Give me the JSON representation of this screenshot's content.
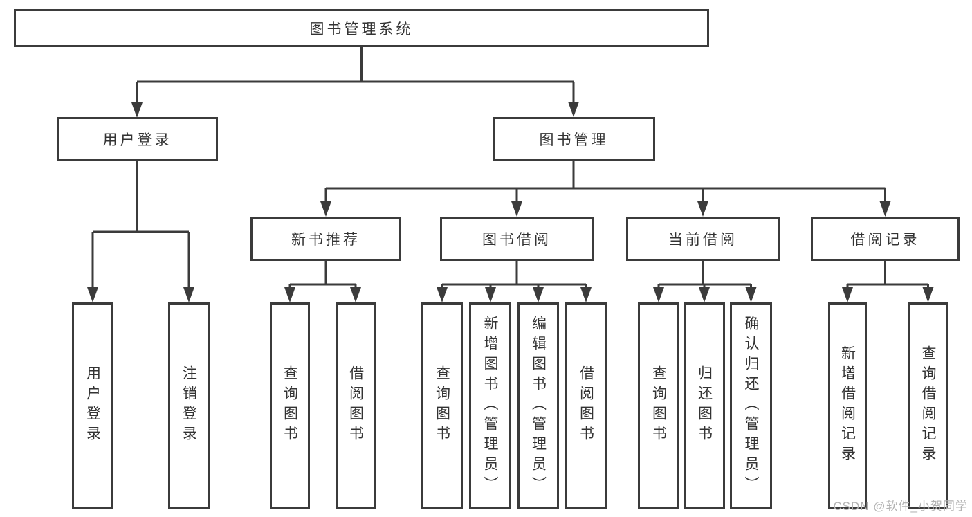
{
  "diagram_type": "hierarchy-tree",
  "colors": {
    "line": "#3b3b3b",
    "box_border": "#3b3b3b",
    "box_fill": "#ffffff",
    "text": "#333333",
    "watermark": "#b3b3b3"
  },
  "watermark": {
    "text": "CSDN @软件_小贺同学"
  },
  "tree": {
    "label": "图书管理系统",
    "children": [
      {
        "label": "用户登录",
        "children": [
          {
            "label": "用户登录"
          },
          {
            "label": "注销登录"
          }
        ]
      },
      {
        "label": "图书管理",
        "children": [
          {
            "label": "新书推荐",
            "children": [
              {
                "label": "查询图书"
              },
              {
                "label": "借阅图书"
              }
            ]
          },
          {
            "label": "图书借阅",
            "children": [
              {
                "label": "查询图书"
              },
              {
                "label": "新增图书（管理员）"
              },
              {
                "label": "编辑图书（管理员）"
              },
              {
                "label": "借阅图书"
              }
            ]
          },
          {
            "label": "当前借阅",
            "children": [
              {
                "label": "查询图书"
              },
              {
                "label": "归还图书"
              },
              {
                "label": "确认归还（管理员）"
              }
            ]
          },
          {
            "label": "借阅记录",
            "children": [
              {
                "label": "新增借阅记录"
              },
              {
                "label": "查询借阅记录"
              }
            ]
          }
        ]
      }
    ]
  }
}
